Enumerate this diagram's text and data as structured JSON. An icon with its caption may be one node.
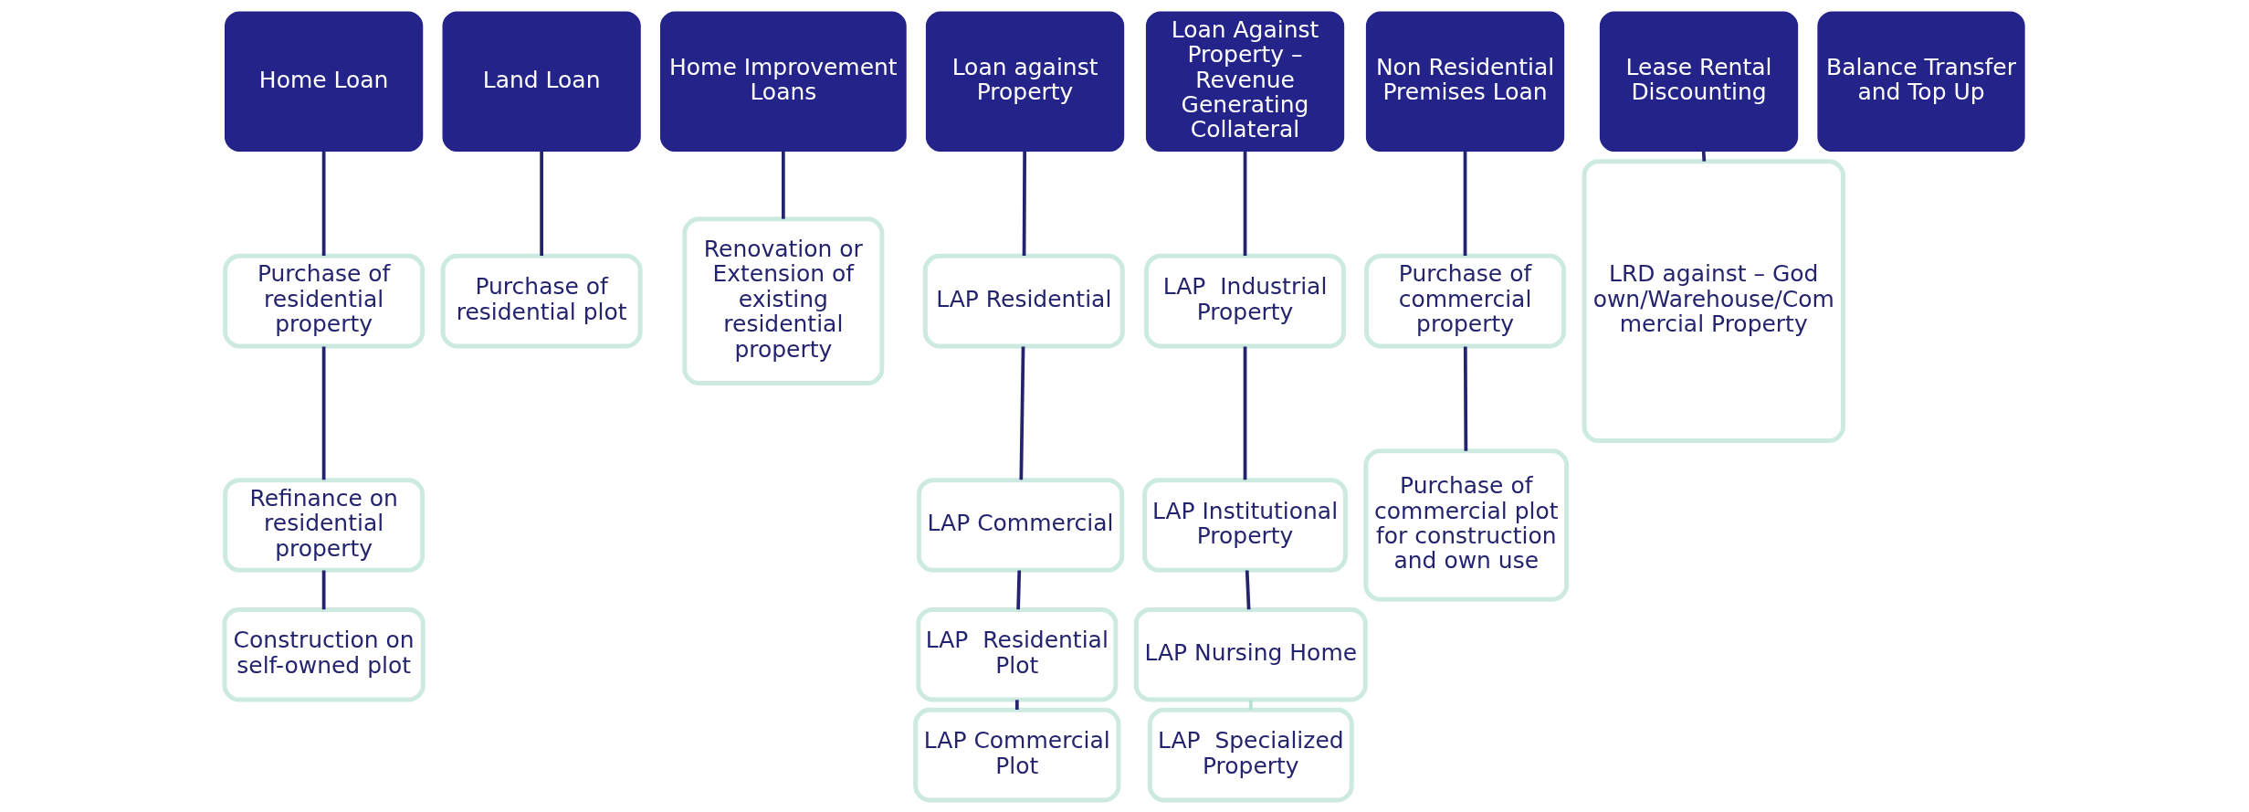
{
  "diagram": {
    "nodes": [
      {
        "text": [
          "Home Loan"
        ]
      },
      {
        "text": [
          "Purchase of residential property"
        ]
      },
      {
        "text": [
          "Refinance on residential property"
        ]
      },
      {
        "text": [
          "Construction on self-owned plot"
        ]
      },
      {
        "text": [
          "Land Loan"
        ]
      },
      {
        "text": [
          "Purchase of residential plot"
        ]
      },
      {
        "text": [
          "Home Improvement Loans"
        ]
      },
      {
        "text": [
          "Renovation or Extension of existing residential property"
        ]
      },
      {
        "text": [
          "Loan against Property"
        ]
      },
      {
        "text": [
          "LAP Residential"
        ]
      },
      {
        "text": [
          "LAP Commercial"
        ]
      },
      {
        "text": [
          "LAP  Residential Plot"
        ]
      },
      {
        "text": [
          "LAP Commercial Plot"
        ]
      },
      {
        "text": [
          "Loan Against Property – Revenue Generating Collateral"
        ]
      },
      {
        "text": [
          "LAP  Industrial Property"
        ]
      },
      {
        "text": [
          "LAP Institutional Property"
        ]
      },
      {
        "text": [
          "LAP Nursing Home"
        ]
      },
      {
        "text": [
          "LAP  Specialized Property"
        ]
      },
      {
        "text": [
          "Non Residential Premises Loan"
        ]
      },
      {
        "text": [
          "Purchase of commercial property"
        ]
      },
      {
        "text": [
          "Purchase of commercial plot for construction and own use"
        ]
      },
      {
        "text": [
          "Lease Rental Discounting"
        ]
      },
      {
        "text": [
          "LRD against – Godown/Warehouse/Commercial Property"
        ]
      },
      {
        "text": [
          "Balance Transfer and Top Up"
        ]
      }
    ],
    "edges": [
      {
        "from": 0,
        "to": 1,
        "arrow": "none"
      },
      {
        "from": 1,
        "to": 2,
        "arrow": "none"
      },
      {
        "from": 2,
        "to": 3,
        "arrow": "none"
      },
      {
        "from": 4,
        "to": 5,
        "arrow": "none"
      },
      {
        "from": 6,
        "to": 7,
        "arrow": "none"
      },
      {
        "from": 8,
        "to": 9,
        "arrow": "none"
      },
      {
        "from": 9,
        "to": 10,
        "arrow": "none"
      },
      {
        "from": 10,
        "to": 11,
        "arrow": "none"
      },
      {
        "from": 11,
        "to": 12,
        "arrow": "none"
      },
      {
        "from": 13,
        "to": 14,
        "arrow": "none"
      },
      {
        "from": 14,
        "to": 15,
        "arrow": "none"
      },
      {
        "from": 15,
        "to": 16,
        "arrow": "none"
      },
      {
        "from": 16,
        "to": 17,
        "arrow": "none",
        "color": "#b8e0d2"
      },
      {
        "from": 18,
        "to": 19,
        "arrow": "none"
      },
      {
        "from": 19,
        "to": 20,
        "arrow": "none"
      },
      {
        "from": 21,
        "to": 22,
        "arrow": "none"
      }
    ]
  }
}
